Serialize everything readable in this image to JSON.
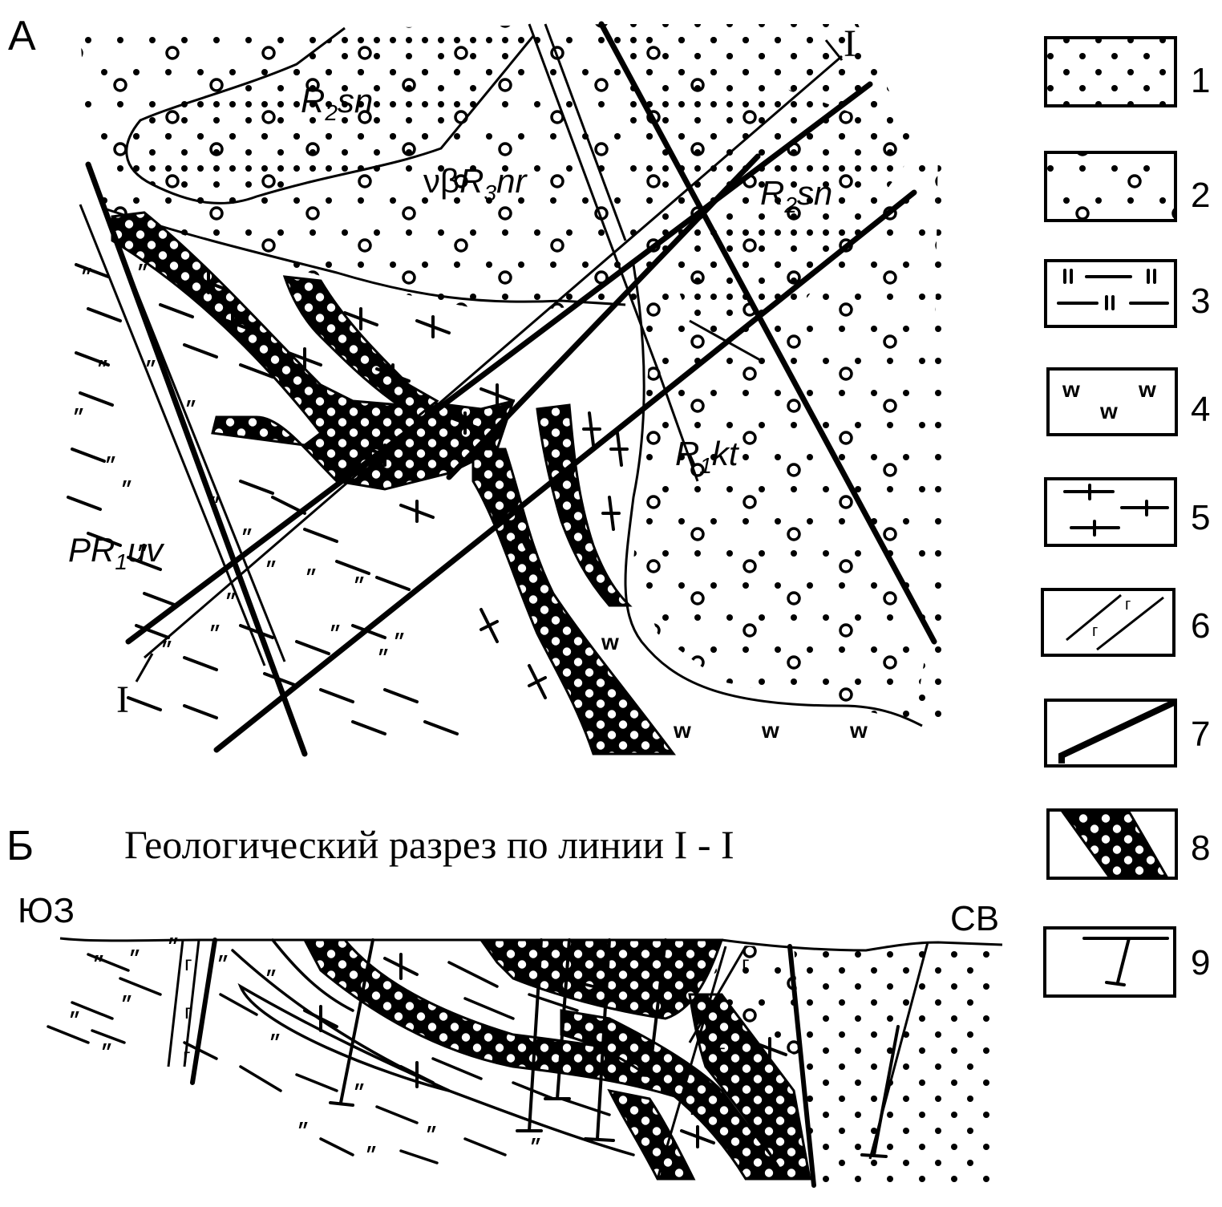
{
  "figure": {
    "panel_a_label": "А",
    "panel_b_label": "Б",
    "section_title": "Геологический разрез по линии I - I",
    "section_line_start": "I",
    "section_line_end": "I",
    "direction_left": "ЮЗ",
    "direction_right": "СВ"
  },
  "map_units": [
    {
      "label_main": "R",
      "label_sub": "2",
      "label_suffix": "sn"
    },
    {
      "label_prefix": "νβ",
      "label_main": "R",
      "label_sub": "3",
      "label_suffix": "nr"
    },
    {
      "label_main": "R",
      "label_sub": "2",
      "label_suffix": "sn"
    },
    {
      "label_main": "R",
      "label_sub": "1",
      "label_suffix": "kt"
    },
    {
      "label_main": "PR",
      "label_sub": "1",
      "label_suffix": "uv"
    }
  ],
  "legend": [
    {
      "number": "1",
      "pattern": "dots"
    },
    {
      "number": "2",
      "pattern": "dots-with-pebbles"
    },
    {
      "number": "3",
      "pattern": "dashes-with-double-ticks"
    },
    {
      "number": "4",
      "pattern": "w-symbols"
    },
    {
      "number": "5",
      "pattern": "lines-with-cross-ticks"
    },
    {
      "number": "6",
      "pattern": "dike-with-g-symbols"
    },
    {
      "number": "7",
      "pattern": "thick-fault-line"
    },
    {
      "number": "8",
      "pattern": "honeycomb-band"
    },
    {
      "number": "9",
      "pattern": "borehole-symbol"
    }
  ]
}
